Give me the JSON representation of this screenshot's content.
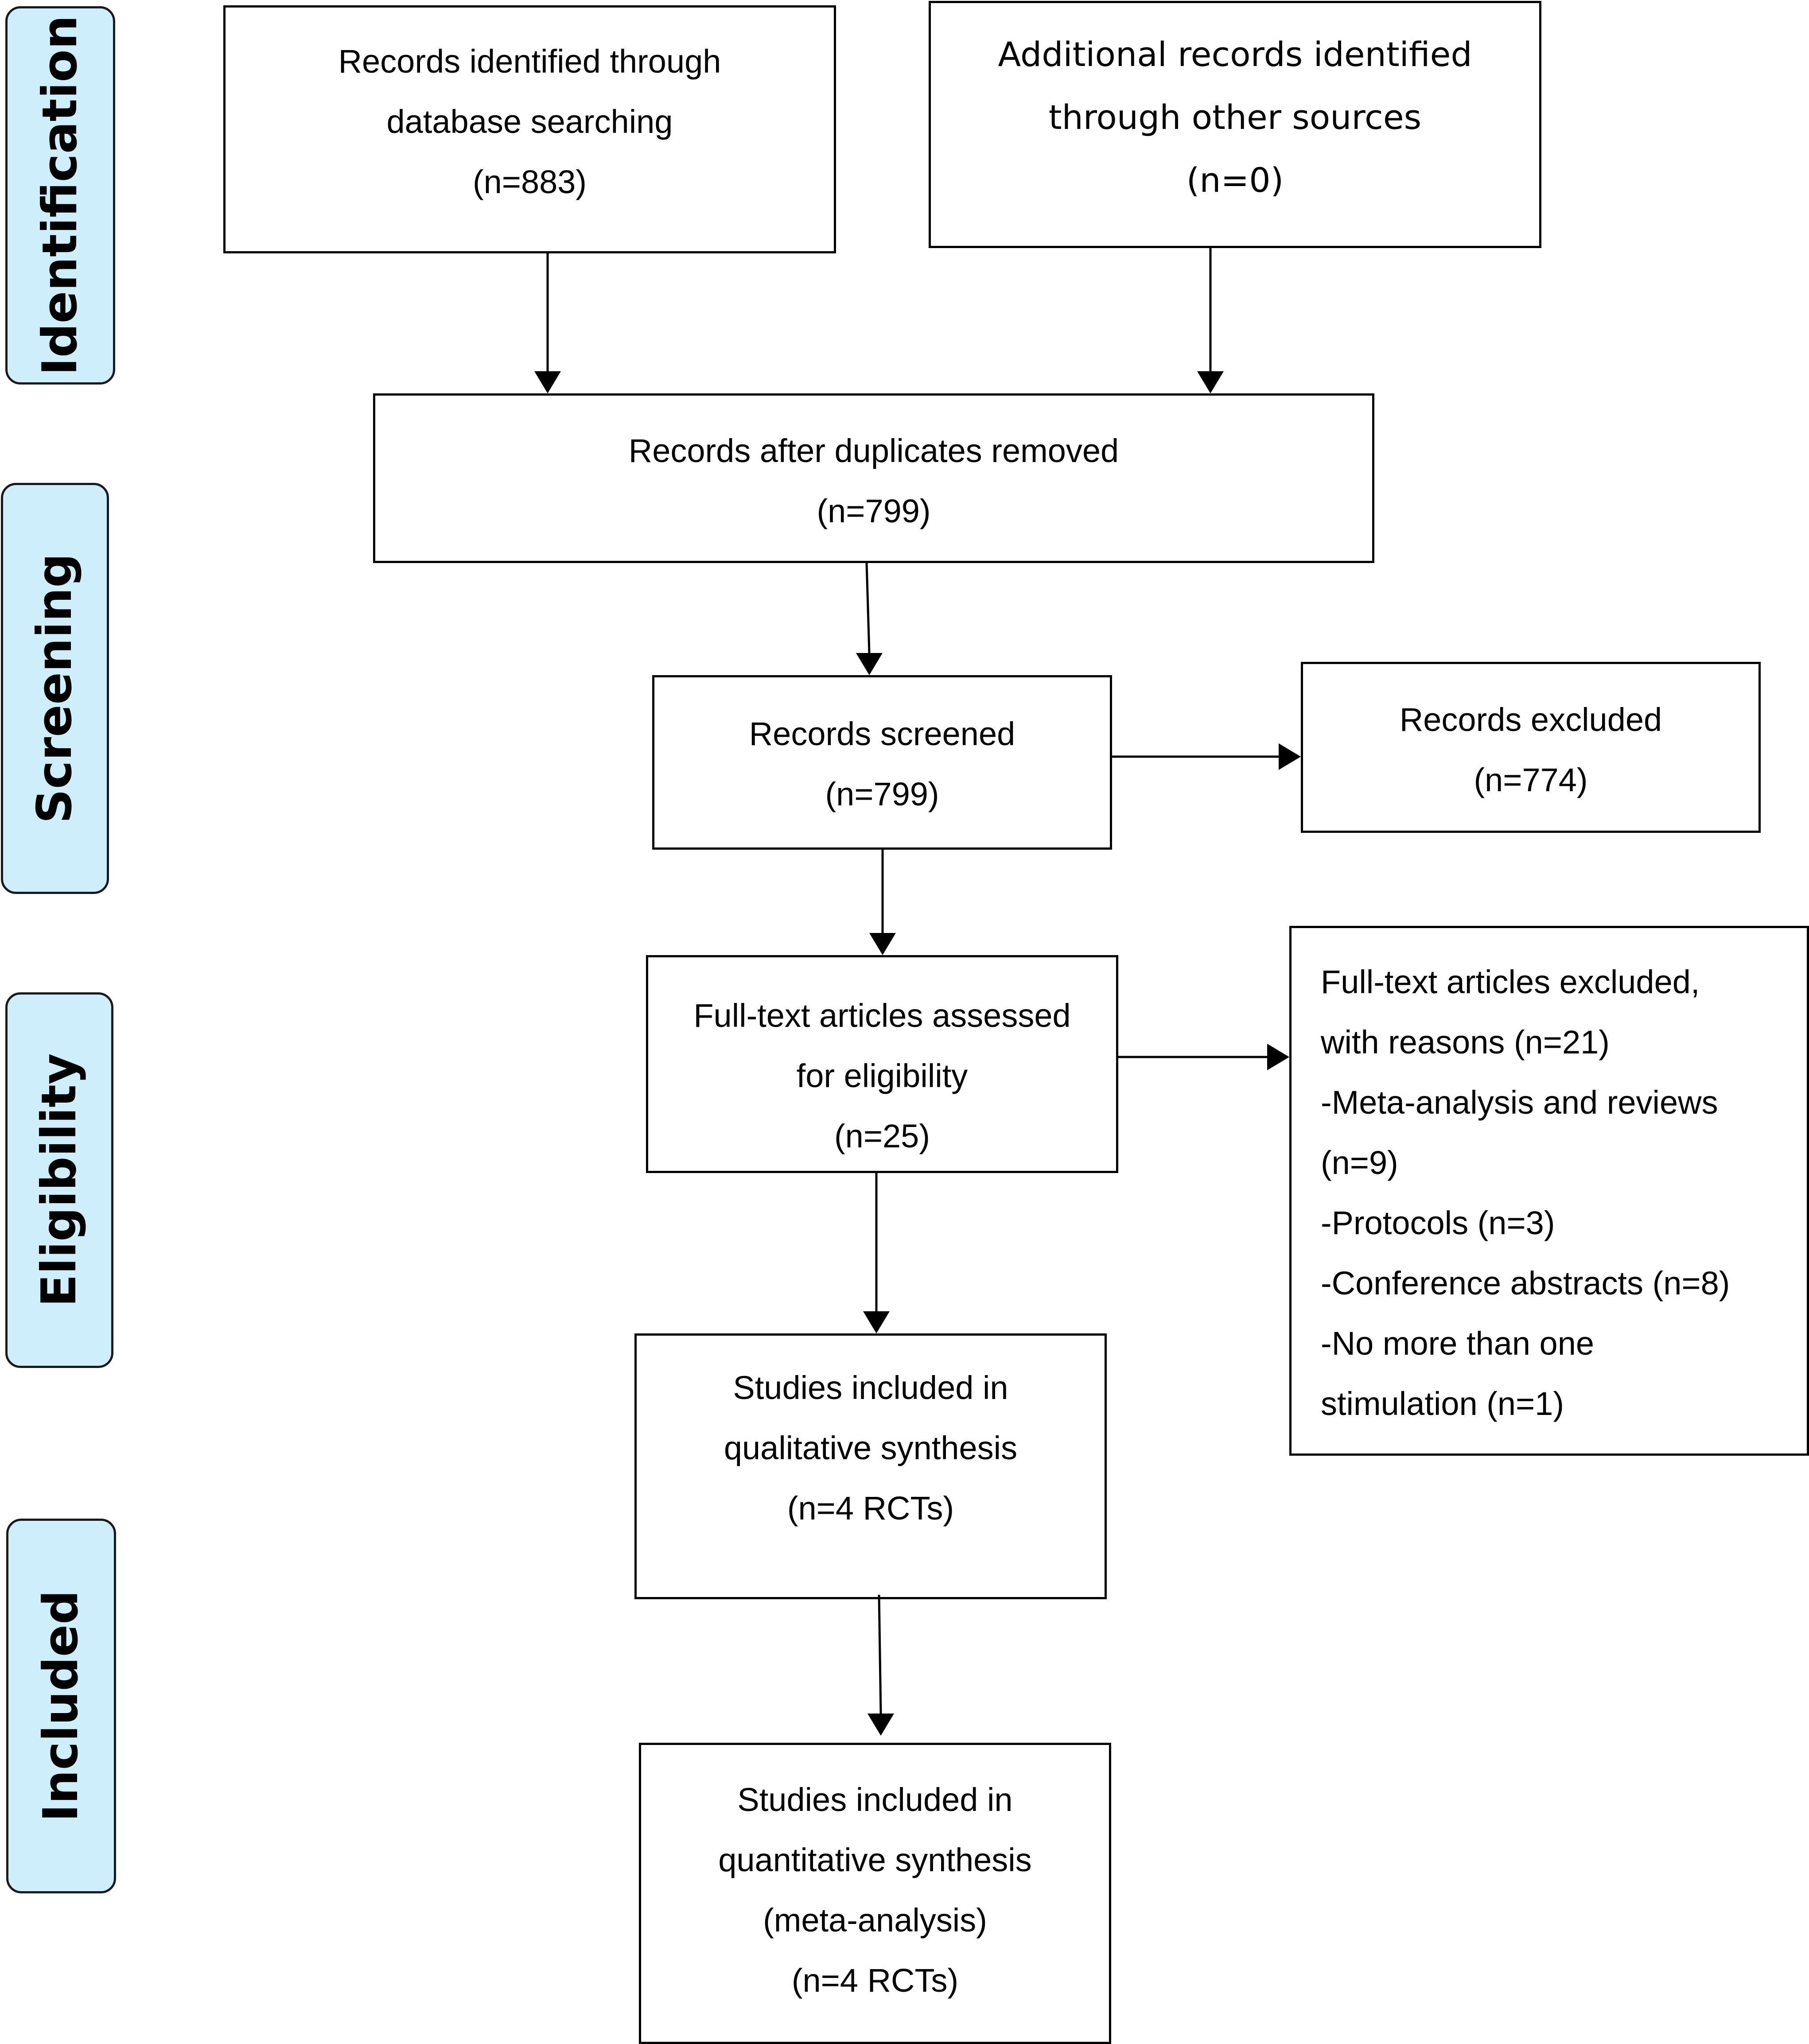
{
  "phases": {
    "identification": "Identification",
    "screening": "Screening",
    "eligibility": "Eligibility",
    "included": "Included"
  },
  "boxes": {
    "database": [
      "Records identified through",
      "database searching",
      "(n=883)"
    ],
    "other_sources": [
      "Additional records identified",
      "through other sources",
      "(n=0)"
    ],
    "duplicates_removed": [
      "Records after duplicates removed",
      "(n=799)"
    ],
    "screened": [
      "Records screened",
      "(n=799)"
    ],
    "excluded": [
      "Records excluded",
      "(n=774)"
    ],
    "fulltext_assessed": [
      "Full-text articles assessed",
      "for eligibility",
      "(n=25)"
    ],
    "fulltext_excluded": [
      "Full-text articles excluded,",
      "with reasons (n=21)",
      "-Meta-analysis and reviews",
      "(n=9)",
      "-Protocols (n=3)",
      "-Conference abstracts (n=8)",
      "-No more than one",
      "stimulation (n=1)"
    ],
    "qualitative": [
      "Studies included in",
      "qualitative synthesis",
      "(n=4 RCTs)"
    ],
    "quantitative": [
      "Studies included in",
      "quantitative synthesis",
      "(meta-analysis)",
      "(n=4 RCTs)"
    ]
  },
  "colors": {
    "phase_fill": "#cfeefb",
    "stroke": "#000000"
  }
}
